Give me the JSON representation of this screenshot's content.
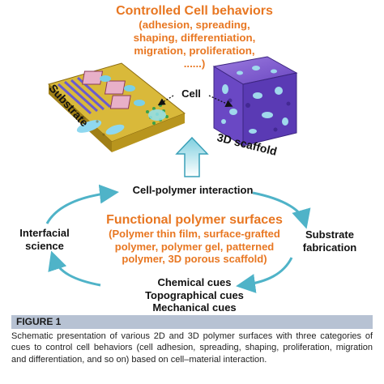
{
  "title": "Controlled Cell behaviors",
  "subtitle_lines": [
    "(adhesion, spreading,",
    "shaping, differentiation,",
    "migration, proliferation,",
    "......)"
  ],
  "cell_label": "Cell",
  "substrate_label": "Substrate",
  "scaffold_label": "3D scaffold",
  "interaction_label": "Cell-polymer interaction",
  "center_title": "Functional polymer surfaces",
  "center_lines": [
    "(Polymer thin film,  surface-grafted",
    "polymer, polymer gel, patterned",
    "polymer, 3D porous scaffold)"
  ],
  "left_label_lines": [
    "Interfacial",
    "science"
  ],
  "right_label_lines": [
    "Substrate",
    "fabrication"
  ],
  "cues_lines": [
    "Chemical cues",
    "Topographical cues",
    "Mechanical cues"
  ],
  "figure_label": "FIGURE 1",
  "caption": "Schematic presentation of various 2D and 3D polymer surfaces with three categories of cues to control cell behaviors (cell adhesion, spreading, shaping, proliferation, migration and differentiation, and so on) based on cell–material interaction.",
  "colors": {
    "accent_orange": "#e87722",
    "cycle_arrow": "#4fb3c8",
    "substrate_gold": "#c9a227",
    "scaffold_purple": "#7a55c8",
    "figure_bar": "#b7c2d3"
  },
  "icons": [
    "substrate-illustration",
    "scaffold-cube-illustration",
    "up-arrow-icon",
    "cycle-arrow-icon"
  ]
}
